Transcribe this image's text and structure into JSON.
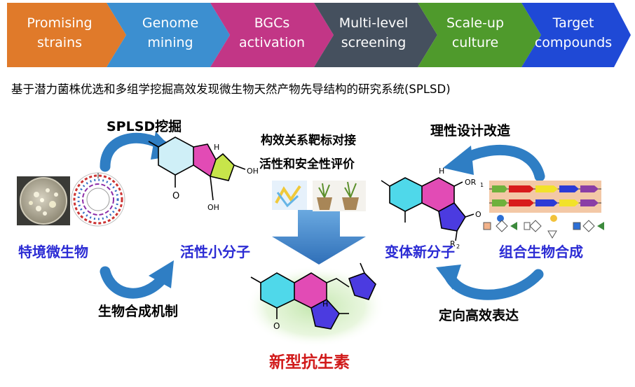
{
  "pipeline": {
    "steps": [
      {
        "line1": "Promising",
        "line2": "strains",
        "color": "#e07a2a"
      },
      {
        "line1": "Genome",
        "line2": "mining",
        "color": "#3c8fd0"
      },
      {
        "line1": "BGCs",
        "line2": "activation",
        "color": "#c23686"
      },
      {
        "line1": "Multi-level",
        "line2": "screening",
        "color": "#45505e"
      },
      {
        "line1": "Scale-up",
        "line2": "culture",
        "color": "#4f9a2c"
      },
      {
        "line1": "Target",
        "line2": "compounds",
        "color": "#1f49d6"
      }
    ]
  },
  "subtitle": "基于潜力菌株优选和多组学挖掘高效发现微生物天然产物先导结构的研究系统(SPLSD)",
  "left": {
    "top_label": "SPLSD挖掘",
    "source": "特境微生物",
    "target": "活性小分子",
    "bottom_label": "生物合成机制"
  },
  "center": {
    "line1": "构效关系靶标对接",
    "line2": "活性和安全性评价",
    "result": "新型抗生素"
  },
  "right": {
    "top_label": "理性设计改造",
    "source": "变体新分子",
    "target": "组合生物合成",
    "bottom_label": "定向高效表达"
  },
  "molecules": {
    "left_h": "H",
    "left_oh1": "OH",
    "left_oh2": "OH",
    "left_o": "O",
    "right_or": "OR",
    "right_sub": "1",
    "right_h": "H",
    "right_r": "R",
    "right_rsub": "2",
    "right_o": "O",
    "center_h": "H",
    "center_o": "O"
  },
  "colors": {
    "blue_label": "#2b2bd4",
    "red_label": "#d11a1a",
    "arrow_blue": "#2f7ec4"
  }
}
